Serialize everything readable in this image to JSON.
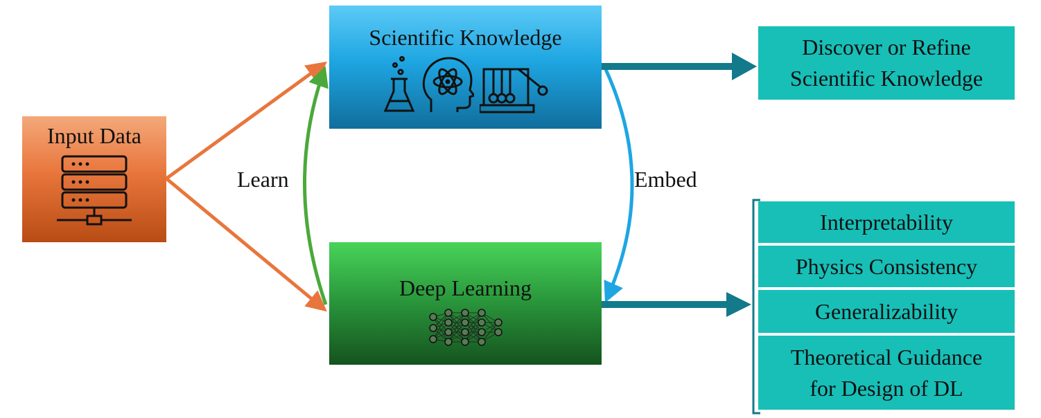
{
  "input": {
    "title": "Input Data",
    "icon": "server-database-icon"
  },
  "knowledge": {
    "title": "Scientific Knowledge",
    "icons": [
      "flask-icon",
      "atom-head-icon",
      "newtons-cradle-icon"
    ]
  },
  "deep_learning": {
    "title": "Deep Learning",
    "icon": "neural-network-icon"
  },
  "edges": {
    "learn": "Learn",
    "embed": "Embed"
  },
  "outcome_knowledge": [
    "Discover or Refine",
    "Scientific Knowledge"
  ],
  "outcomes_dl": {
    "interpretability": "Interpretability",
    "physics": "Physics Consistency",
    "generalizability": "Generalizability",
    "theory": [
      "Theoretical Guidance",
      "for Design of DL"
    ]
  },
  "colors": {
    "orange_arrow": "#e8763c",
    "green_arrow": "#4aa93a",
    "blue_arrow": "#1ea6e2",
    "teal_arrow": "#127a8a",
    "teal_box": "#17bfb7"
  }
}
